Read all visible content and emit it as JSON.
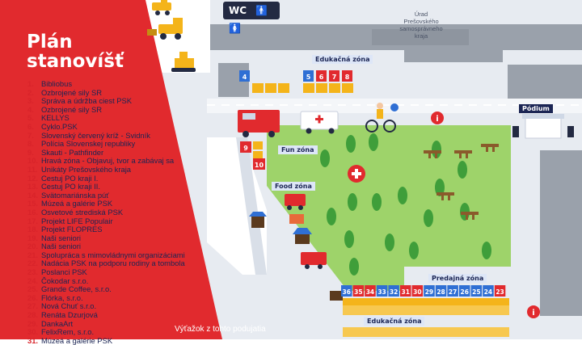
{
  "panel": {
    "title": "Plán\nstanovíšť",
    "items": [
      {
        "n": "1.",
        "t": "Bibliobus"
      },
      {
        "n": "2.",
        "t": "Ozbrojené sily SR"
      },
      {
        "n": "3.",
        "t": "Správa a údržba ciest PSK"
      },
      {
        "n": "4.",
        "t": "Ozbrojené sily SR"
      },
      {
        "n": "5.",
        "t": "KELLYS"
      },
      {
        "n": "6.",
        "t": "Cyklo.PSK"
      },
      {
        "n": "7.",
        "t": "Slovenský červený kríž - Svidník"
      },
      {
        "n": "8.",
        "t": "Polícia Slovenskej republiky"
      },
      {
        "n": "9.",
        "t": "Skauti - Pathfinder"
      },
      {
        "n": "10.",
        "t": "Hravá zóna - Objavuj, tvor a zabávaj sa"
      },
      {
        "n": "11.",
        "t": "Unikáty Prešovského kraja"
      },
      {
        "n": "12.",
        "t": "Cestuj PO kraji I."
      },
      {
        "n": "13.",
        "t": "Cestuj PO kraji II."
      },
      {
        "n": "14.",
        "t": "Svätomariánska púť"
      },
      {
        "n": "15.",
        "t": "Múzeá a galérie PSK"
      },
      {
        "n": "16.",
        "t": "Osvetové strediská PSK"
      },
      {
        "n": "17.",
        "t": "Projekt LIFE Populair"
      },
      {
        "n": "18.",
        "t": "Projekt FLOPRES"
      },
      {
        "n": "19.",
        "t": "Naši seniori"
      },
      {
        "n": "20.",
        "t": "Naši seniori"
      },
      {
        "n": "21.",
        "t": "Spolupráca s mimovládnymi organizáciami"
      },
      {
        "n": "22.",
        "t": "Nadácia PSK na podporu rodiny a tombola"
      },
      {
        "n": "23.",
        "t": "Poslanci PSK"
      },
      {
        "n": "24.",
        "t": "Čokodar s.r.o."
      },
      {
        "n": "25.",
        "t": "Grande Coffee, s.r.o."
      },
      {
        "n": "26.",
        "t": "Flórka, s.r.o."
      },
      {
        "n": "27.",
        "t": "Nová Chuť s.r.o."
      },
      {
        "n": "28.",
        "t": "Renáta Dzurjová"
      },
      {
        "n": "29.",
        "t": "DankaArt"
      },
      {
        "n": "30.",
        "t": "FelixRem, s.r.o."
      },
      {
        "n": "31.",
        "t": "Múzeá a galérie PSK"
      }
    ]
  },
  "labels": {
    "wc": "WC",
    "office": "Úrad\nPrešovského\nsamosprávneho\nkraja",
    "podium": "Pódium",
    "zones": {
      "edukacna_top": "Edukačná zóna",
      "fun": "Fun zóna",
      "food": "Food zóna",
      "predajna": "Predajná zóna",
      "edukacna_bottom": "Edukačná zóna"
    },
    "note": "Výťažok z tohto podujatia"
  },
  "markers": {
    "edu_top": [
      "4",
      "5",
      "6",
      "7",
      "8"
    ],
    "left_numbers": [
      "9",
      "10"
    ],
    "sales_row": [
      "36",
      "35",
      "34",
      "33",
      "32",
      "31",
      "30",
      "29",
      "28",
      "27",
      "26",
      "25",
      "24",
      "23"
    ]
  },
  "colors": {
    "red": "#e12a2e",
    "navy": "#1b2554",
    "blue": "#2f6fd4",
    "grass": "#9ed36a",
    "pavement": "#e7ebf1",
    "building": "#9aa1ab",
    "stall_yellow": "#f4b41a"
  }
}
